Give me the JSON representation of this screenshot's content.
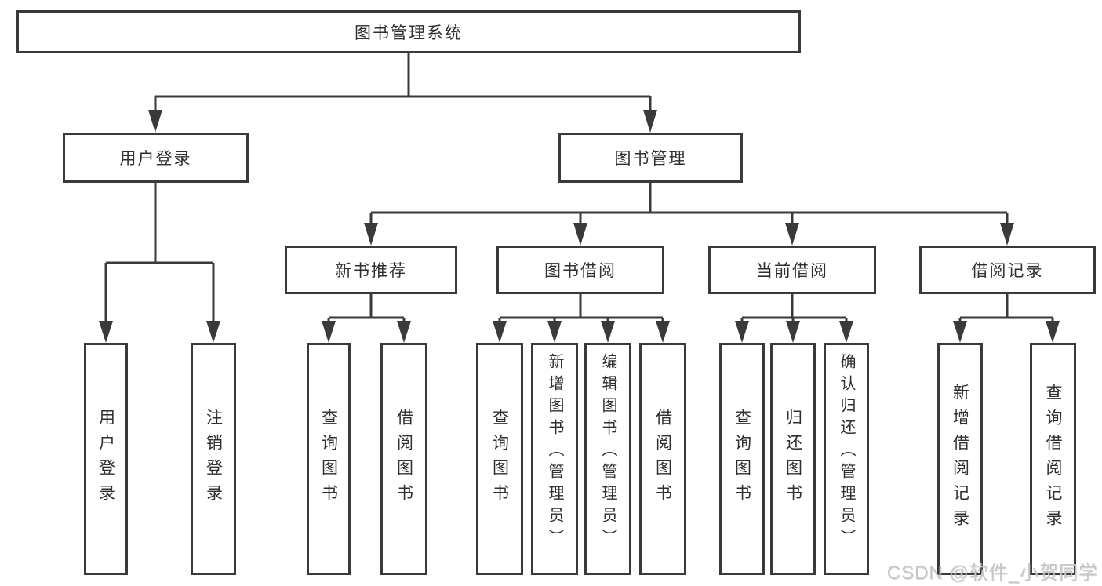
{
  "nodes": {
    "root": "图书管理系统",
    "user_login": "用户登录",
    "book_mgmt": "图书管理",
    "new_books": "新书推荐",
    "book_borrow": "图书借阅",
    "current_borrow": "当前借阅",
    "borrow_records": "借阅记录",
    "leaf_user_login": "用户登录",
    "leaf_logout": "注销登录",
    "leaf_nb_query": "查询图书",
    "leaf_nb_borrow": "借阅图书",
    "leaf_bb_query": "查询图书",
    "leaf_bb_add": "新增图书（管理员）",
    "leaf_bb_edit": "编辑图书（管理员）",
    "leaf_bb_borrow": "借阅图书",
    "leaf_cb_query": "查询图书",
    "leaf_cb_return": "归还图书",
    "leaf_cb_confirm": "确认归还（管理员）",
    "leaf_br_add": "新增借阅记录",
    "leaf_br_query": "查询借阅记录"
  },
  "watermark": "CSDN @软件_小贺同学",
  "colors": {
    "line": "#3a3a3a",
    "text": "#2f2f2f",
    "watermark": "#c6c6c6",
    "background": "#ffffff"
  }
}
